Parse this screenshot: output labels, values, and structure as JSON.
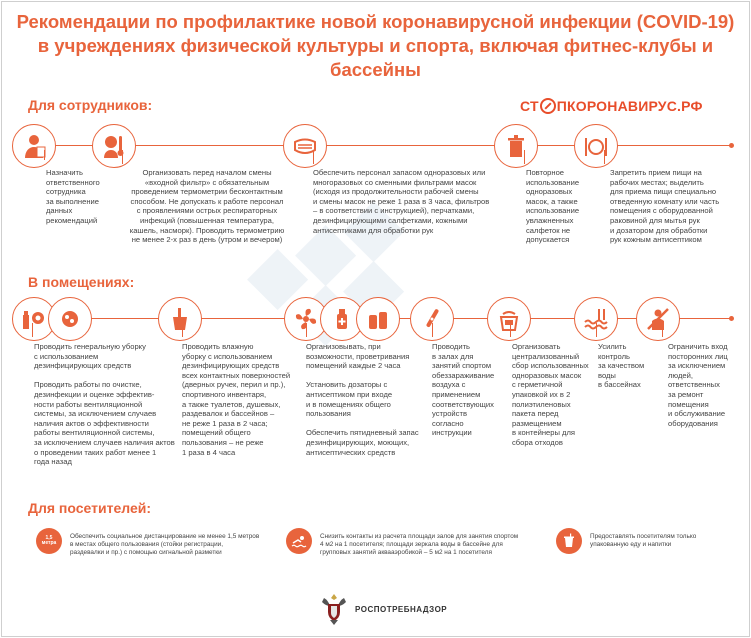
{
  "title": {
    "line1": "Рекомендации по профилактике новой коронавирусной инфекции (COVID-19)",
    "line2": "в учреждениях физической культуры и спорта, включая фитнес-клубы и бассейны"
  },
  "brand": {
    "before": "СТ",
    "after": "ПКОРОНАВИРУС.РФ"
  },
  "colors": {
    "accent": "#e8643c",
    "text": "#444444"
  },
  "staff": {
    "title": "Для сотрудников:",
    "items": [
      {
        "icon": "person-document-icon",
        "text": "Назначить\nответственного\nсотрудника\nза выполнение\nданных\nрекомендаций"
      },
      {
        "icon": "thermometer-cough-icon",
        "text": "Организовать перед началом смены\n«входной фильтр» с обязательным\nпроведением термометрии бесконтактным\nспособом. Не допускать к работе персонал\nс проявлениями острых респираторных\nинфекций (повышенная температура,\nкашель, насморк). Проводить термометрию\nне менее 2-х раз в день (утром и вечером)"
      },
      {
        "icon": "face-mask-icon",
        "text": "Обеспечить персонал запасом одноразовых или\nмногоразовых со сменными фильтрами масок\n(исходя из продолжительности рабочей смены\nи смены масок не реже 1 раза в 3 часа, фильтров\n– в соответствии с инструкцией), перчатками,\nдезинфицирующими салфетками, кожными\nантисептиками для обработки рук"
      },
      {
        "icon": "trash-bin-icon",
        "text": "Повторное\nиспользование\nодноразовых\nмасок, а также\nиспользование\nувлажненных\nсалфеток не\nдопускается"
      },
      {
        "icon": "plate-cutlery-icon",
        "text": "Запретить прием пищи на\nрабочих местах; выделить\nдля приема пищи специально\nотведенную комнату или часть\nпомещения с оборудованной\nраковиной для мытья рук\nи дозатором для обработки\nрук кожным антисептиком"
      }
    ]
  },
  "premises": {
    "title": "В помещениях:",
    "items": [
      {
        "icon": "spray-virus-icon",
        "text": "Проводить генеральную уборку\nс использованием\nдезинфицирующих средств\n\nПроводить работы по очистке,\nдезинфекции и оценке эффектив-\nности работы вентиляционной\nсистемы, за исключением случаев\nналичия актов о эффективности\nработы вентиляционной системы,\nза исключением случаев наличия актов\nо проведении таких работ менее 1\nгода назад"
      },
      {
        "icon": "cleaning-bucket-icon",
        "text": "Проводить влажную\nуборку с использованием\nдезинфицирующих средств\nвсех контактных поверхностей\n(дверных ручек, перил и пр.),\nспортивного инвентаря,\nа также туалетов, душевых,\nраздевалок и бассейнов –\nне реже 1 раза в 2 часа;\nпомещений общего\nпользования – не реже\n1 раза в 4 часа"
      },
      {
        "icon": "ventilation-disinfectant-icon",
        "text": "Организовывать, при\nвозможности, проветривания\nпомещений каждые 2 часа\n\nУстановить дозаторы с\nантисептиком при входе\nи в помещениях общего\nпользования\n\nОбеспечить пятидневный запас\nдезинфицирующих, моющих,\nантисептических средств"
      },
      {
        "icon": "uv-lamp-icon",
        "text": "Проводить\nв залах для\nзанятий спортом\nобеззараживание\nвоздуха с\nприменением\nсоответствующих\nустройств\nсогласно\nинструкции"
      },
      {
        "icon": "mask-bag-icon",
        "text": "Организовать\nцентрализованный\nсбор использованных\nодноразовых масок\nс герметичной\nупаковкой их в 2\nполиэтиленовых\nпакета перед\nразмещением\nв контейнеры для\nсбора отходов"
      },
      {
        "icon": "pool-water-icon",
        "text": "Усилить\nконтроль\nза качеством\nводы\nв бассейнах"
      },
      {
        "icon": "no-entry-person-icon",
        "text": "Ограничить вход\nпосторонних лиц\nза исключением\nлюдей,\nответственных\nза ремонт\nпомещения\nи обслуживание\nоборудования"
      }
    ]
  },
  "visitors": {
    "title": "Для посетителей:",
    "items": [
      {
        "icon": "distance-1-5m-icon",
        "badge": "1,5\nметра",
        "text": "Обеспечить социальное дистанцирование не менее 1,5 метров\nв местах общего пользования (стойки регистрации,\nраздевалки и пр.) с помощью сигнальной разметки"
      },
      {
        "icon": "swimmer-icon",
        "text": "Снизить контакты из расчета площади залов для занятия спортом\n4 м2 на 1 посетителя; площади зеркала воды в бассейне для\nгрупповых занятий аквааэробикой – 5 м2 на 1 посетителя"
      },
      {
        "icon": "packaged-drink-icon",
        "text": "Предоставлять посетителям только\nупакованную еду и напитки"
      }
    ]
  },
  "footer": {
    "agency": "РОСПОТРЕБНАДЗОР",
    "emblem": "double-headed-eagle-emblem"
  }
}
